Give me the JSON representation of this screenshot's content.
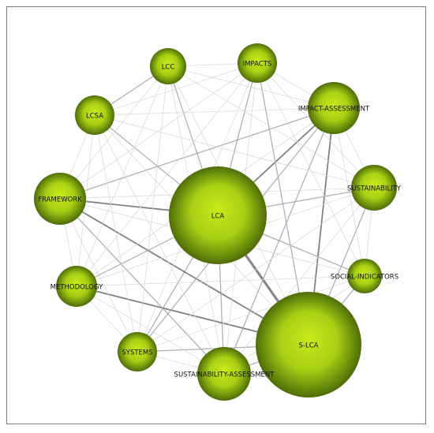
{
  "nodes": [
    {
      "id": "lca",
      "label": "LCA"
    },
    {
      "id": "s-lca",
      "label": "S-LCA"
    },
    {
      "id": "impact-assessment",
      "label": "IMPACT-ASSESSMENT"
    },
    {
      "id": "framework",
      "label": "FRAMEWORK"
    },
    {
      "id": "sustainability",
      "label": "SUSTAINABILITY"
    },
    {
      "id": "sustainability-assessment",
      "label": "SUSTAINABILITY-ASSESSMENT"
    },
    {
      "id": "impacts",
      "label": "IMPACTS"
    },
    {
      "id": "lcc",
      "label": "LCC"
    },
    {
      "id": "lcsa",
      "label": "LCSA"
    },
    {
      "id": "methodology",
      "label": "METHODOLOGY"
    },
    {
      "id": "systems",
      "label": "SYSTEMS"
    },
    {
      "id": "social-indicators",
      "label": "SOCIAL-INDICATORS"
    }
  ],
  "edges": [
    {
      "from": "lca",
      "to": "s-lca",
      "weight": 5
    },
    {
      "from": "s-lca",
      "to": "impact-assessment",
      "weight": 3
    },
    {
      "from": "lca",
      "to": "impact-assessment",
      "weight": 3
    },
    {
      "from": "lca",
      "to": "framework",
      "weight": 3
    },
    {
      "from": "lca",
      "to": "lcc",
      "weight": 2
    },
    {
      "from": "lca",
      "to": "impacts",
      "weight": 2
    },
    {
      "from": "lca",
      "to": "sustainability",
      "weight": 2
    },
    {
      "from": "lca",
      "to": "sustainability-assessment",
      "weight": 2
    },
    {
      "from": "lca",
      "to": "lcsa",
      "weight": 2
    },
    {
      "from": "lca",
      "to": "methodology",
      "weight": 2
    },
    {
      "from": "lca",
      "to": "systems",
      "weight": 2
    },
    {
      "from": "lca",
      "to": "social-indicators",
      "weight": 2
    },
    {
      "from": "s-lca",
      "to": "framework",
      "weight": 3
    },
    {
      "from": "s-lca",
      "to": "impacts",
      "weight": 2
    },
    {
      "from": "s-lca",
      "to": "lcc",
      "weight": 1
    },
    {
      "from": "s-lca",
      "to": "sustainability",
      "weight": 2
    },
    {
      "from": "s-lca",
      "to": "methodology",
      "weight": 3
    },
    {
      "from": "s-lca",
      "to": "systems",
      "weight": 2
    },
    {
      "from": "s-lca",
      "to": "sustainability-assessment",
      "weight": 2
    },
    {
      "from": "s-lca",
      "to": "social-indicators",
      "weight": 2
    },
    {
      "from": "s-lca",
      "to": "lcsa",
      "weight": 1
    },
    {
      "from": "impact-assessment",
      "to": "framework",
      "weight": 2
    },
    {
      "from": "impact-assessment",
      "to": "sustainability-assessment",
      "weight": 2
    },
    {
      "from": "impact-assessment",
      "to": "systems",
      "weight": 2
    },
    {
      "from": "impact-assessment",
      "to": "methodology",
      "weight": 1
    },
    {
      "from": "impact-assessment",
      "to": "lcsa",
      "weight": 1
    },
    {
      "from": "impact-assessment",
      "to": "impacts",
      "weight": 1
    },
    {
      "from": "impact-assessment",
      "to": "sustainability",
      "weight": 1
    },
    {
      "from": "impact-assessment",
      "to": "social-indicators",
      "weight": 1
    },
    {
      "from": "impact-assessment",
      "to": "lcc",
      "weight": 1
    },
    {
      "from": "framework",
      "to": "sustainability-assessment",
      "weight": 2
    },
    {
      "from": "framework",
      "to": "systems",
      "weight": 1
    },
    {
      "from": "framework",
      "to": "methodology",
      "weight": 1
    },
    {
      "from": "framework",
      "to": "lcc",
      "weight": 1
    },
    {
      "from": "framework",
      "to": "sustainability",
      "weight": 1
    },
    {
      "from": "framework",
      "to": "impacts",
      "weight": 1
    },
    {
      "from": "framework",
      "to": "lcsa",
      "weight": 1
    },
    {
      "from": "framework",
      "to": "social-indicators",
      "weight": 1
    },
    {
      "from": "lcc",
      "to": "lcsa",
      "weight": 2
    },
    {
      "from": "lcc",
      "to": "impacts",
      "weight": 1
    },
    {
      "from": "lcc",
      "to": "sustainability",
      "weight": 1
    },
    {
      "from": "lcc",
      "to": "sustainability-assessment",
      "weight": 1
    },
    {
      "from": "lcc",
      "to": "methodology",
      "weight": 1
    },
    {
      "from": "lcc",
      "to": "systems",
      "weight": 1
    },
    {
      "from": "lcsa",
      "to": "sustainability-assessment",
      "weight": 1
    },
    {
      "from": "lcsa",
      "to": "methodology",
      "weight": 1
    },
    {
      "from": "lcsa",
      "to": "systems",
      "weight": 1
    },
    {
      "from": "lcsa",
      "to": "sustainability",
      "weight": 1
    },
    {
      "from": "lcsa",
      "to": "impacts",
      "weight": 1
    },
    {
      "from": "impacts",
      "to": "sustainability",
      "weight": 1
    },
    {
      "from": "impacts",
      "to": "methodology",
      "weight": 1
    },
    {
      "from": "impacts",
      "to": "social-indicators",
      "weight": 1
    },
    {
      "from": "impacts",
      "to": "sustainability-assessment",
      "weight": 1
    },
    {
      "from": "impacts",
      "to": "systems",
      "weight": 1
    },
    {
      "from": "sustainability",
      "to": "social-indicators",
      "weight": 1
    },
    {
      "from": "sustainability",
      "to": "sustainability-assessment",
      "weight": 1
    },
    {
      "from": "sustainability",
      "to": "methodology",
      "weight": 1
    },
    {
      "from": "sustainability",
      "to": "systems",
      "weight": 1
    },
    {
      "from": "sustainability-assessment",
      "to": "methodology",
      "weight": 1
    },
    {
      "from": "sustainability-assessment",
      "to": "systems",
      "weight": 1
    },
    {
      "from": "sustainability-assessment",
      "to": "social-indicators",
      "weight": 1
    },
    {
      "from": "methodology",
      "to": "systems",
      "weight": 1
    },
    {
      "from": "methodology",
      "to": "social-indicators",
      "weight": 1
    },
    {
      "from": "systems",
      "to": "social-indicators",
      "weight": 1
    }
  ],
  "colors": {
    "node_center": "#c8ea1a",
    "node_edge": "#4d6d08",
    "edge_dark": "#6b6b6b",
    "edge_light": "#d6d6d6",
    "border": "#7a7a7a"
  }
}
